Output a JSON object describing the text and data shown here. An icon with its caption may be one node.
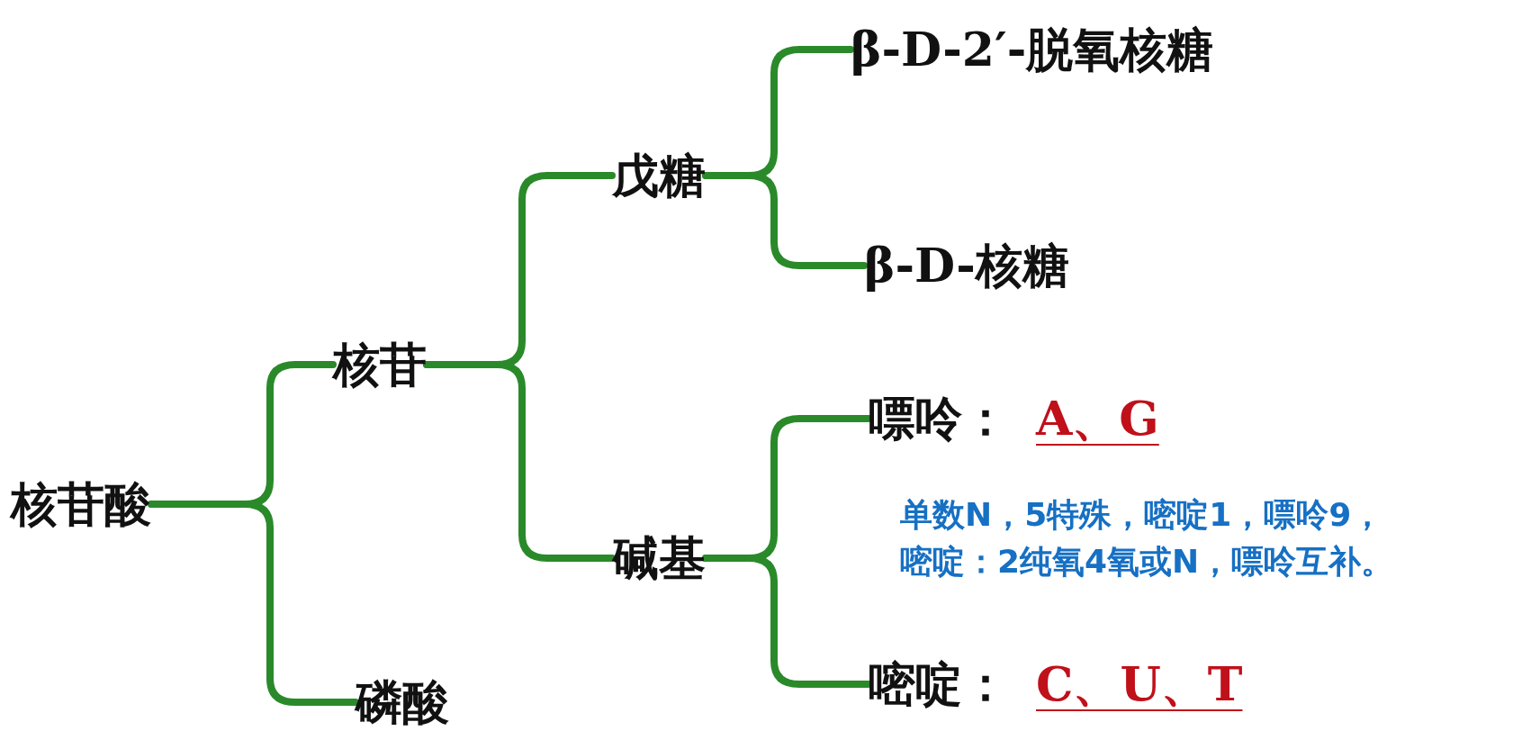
{
  "diagram": {
    "nodes": [
      {
        "text": [
          "核苷酸"
        ]
      },
      {
        "text": [
          "核苷"
        ]
      },
      {
        "text": [
          "磷酸"
        ]
      },
      {
        "text": [
          "戊糖"
        ]
      },
      {
        "text": [
          "碱基"
        ]
      },
      {
        "text": [
          "β-D-2′-脱氧核糖"
        ]
      },
      {
        "text": [
          "β-D-核糖"
        ]
      },
      {
        "text": [
          "嘌呤：",
          "A、G"
        ]
      },
      {
        "text": [
          "嘧啶：",
          "C、U、T"
        ]
      }
    ],
    "edges": [
      {
        "from": 0,
        "to": 1,
        "arrow": "none"
      },
      {
        "from": 0,
        "to": 2,
        "arrow": "none"
      },
      {
        "from": 1,
        "to": 3,
        "arrow": "none"
      },
      {
        "from": 1,
        "to": 4,
        "arrow": "none"
      },
      {
        "from": 3,
        "to": 5,
        "arrow": "none"
      },
      {
        "from": 3,
        "to": 6,
        "arrow": "none"
      },
      {
        "from": 4,
        "to": 7,
        "arrow": "none"
      },
      {
        "from": 4,
        "to": 8,
        "arrow": "none"
      }
    ],
    "labels": [
      "单数N，5特殊，嘧啶1，嘌呤9，",
      "嘧啶：2纯氧4氧或N，嘌呤互补。"
    ]
  }
}
